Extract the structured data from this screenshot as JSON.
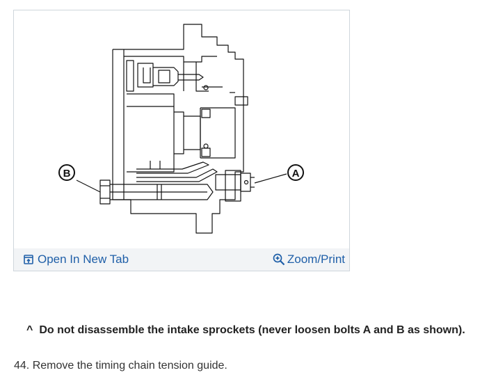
{
  "figure": {
    "callouts": {
      "a": "A",
      "b": "B"
    },
    "toolbar": {
      "open_label": "Open In New Tab",
      "zoom_label": "Zoom/Print",
      "open_icon": "open-in-new-tab-icon",
      "zoom_icon": "zoom-in-icon"
    },
    "link_color": "#1f5fa8"
  },
  "note": {
    "marker": "^",
    "text": "Do not disassemble the intake sprockets (never loosen bolts A and B as shown)."
  },
  "step": {
    "number": "44.",
    "text": "Remove the timing chain tension guide."
  }
}
